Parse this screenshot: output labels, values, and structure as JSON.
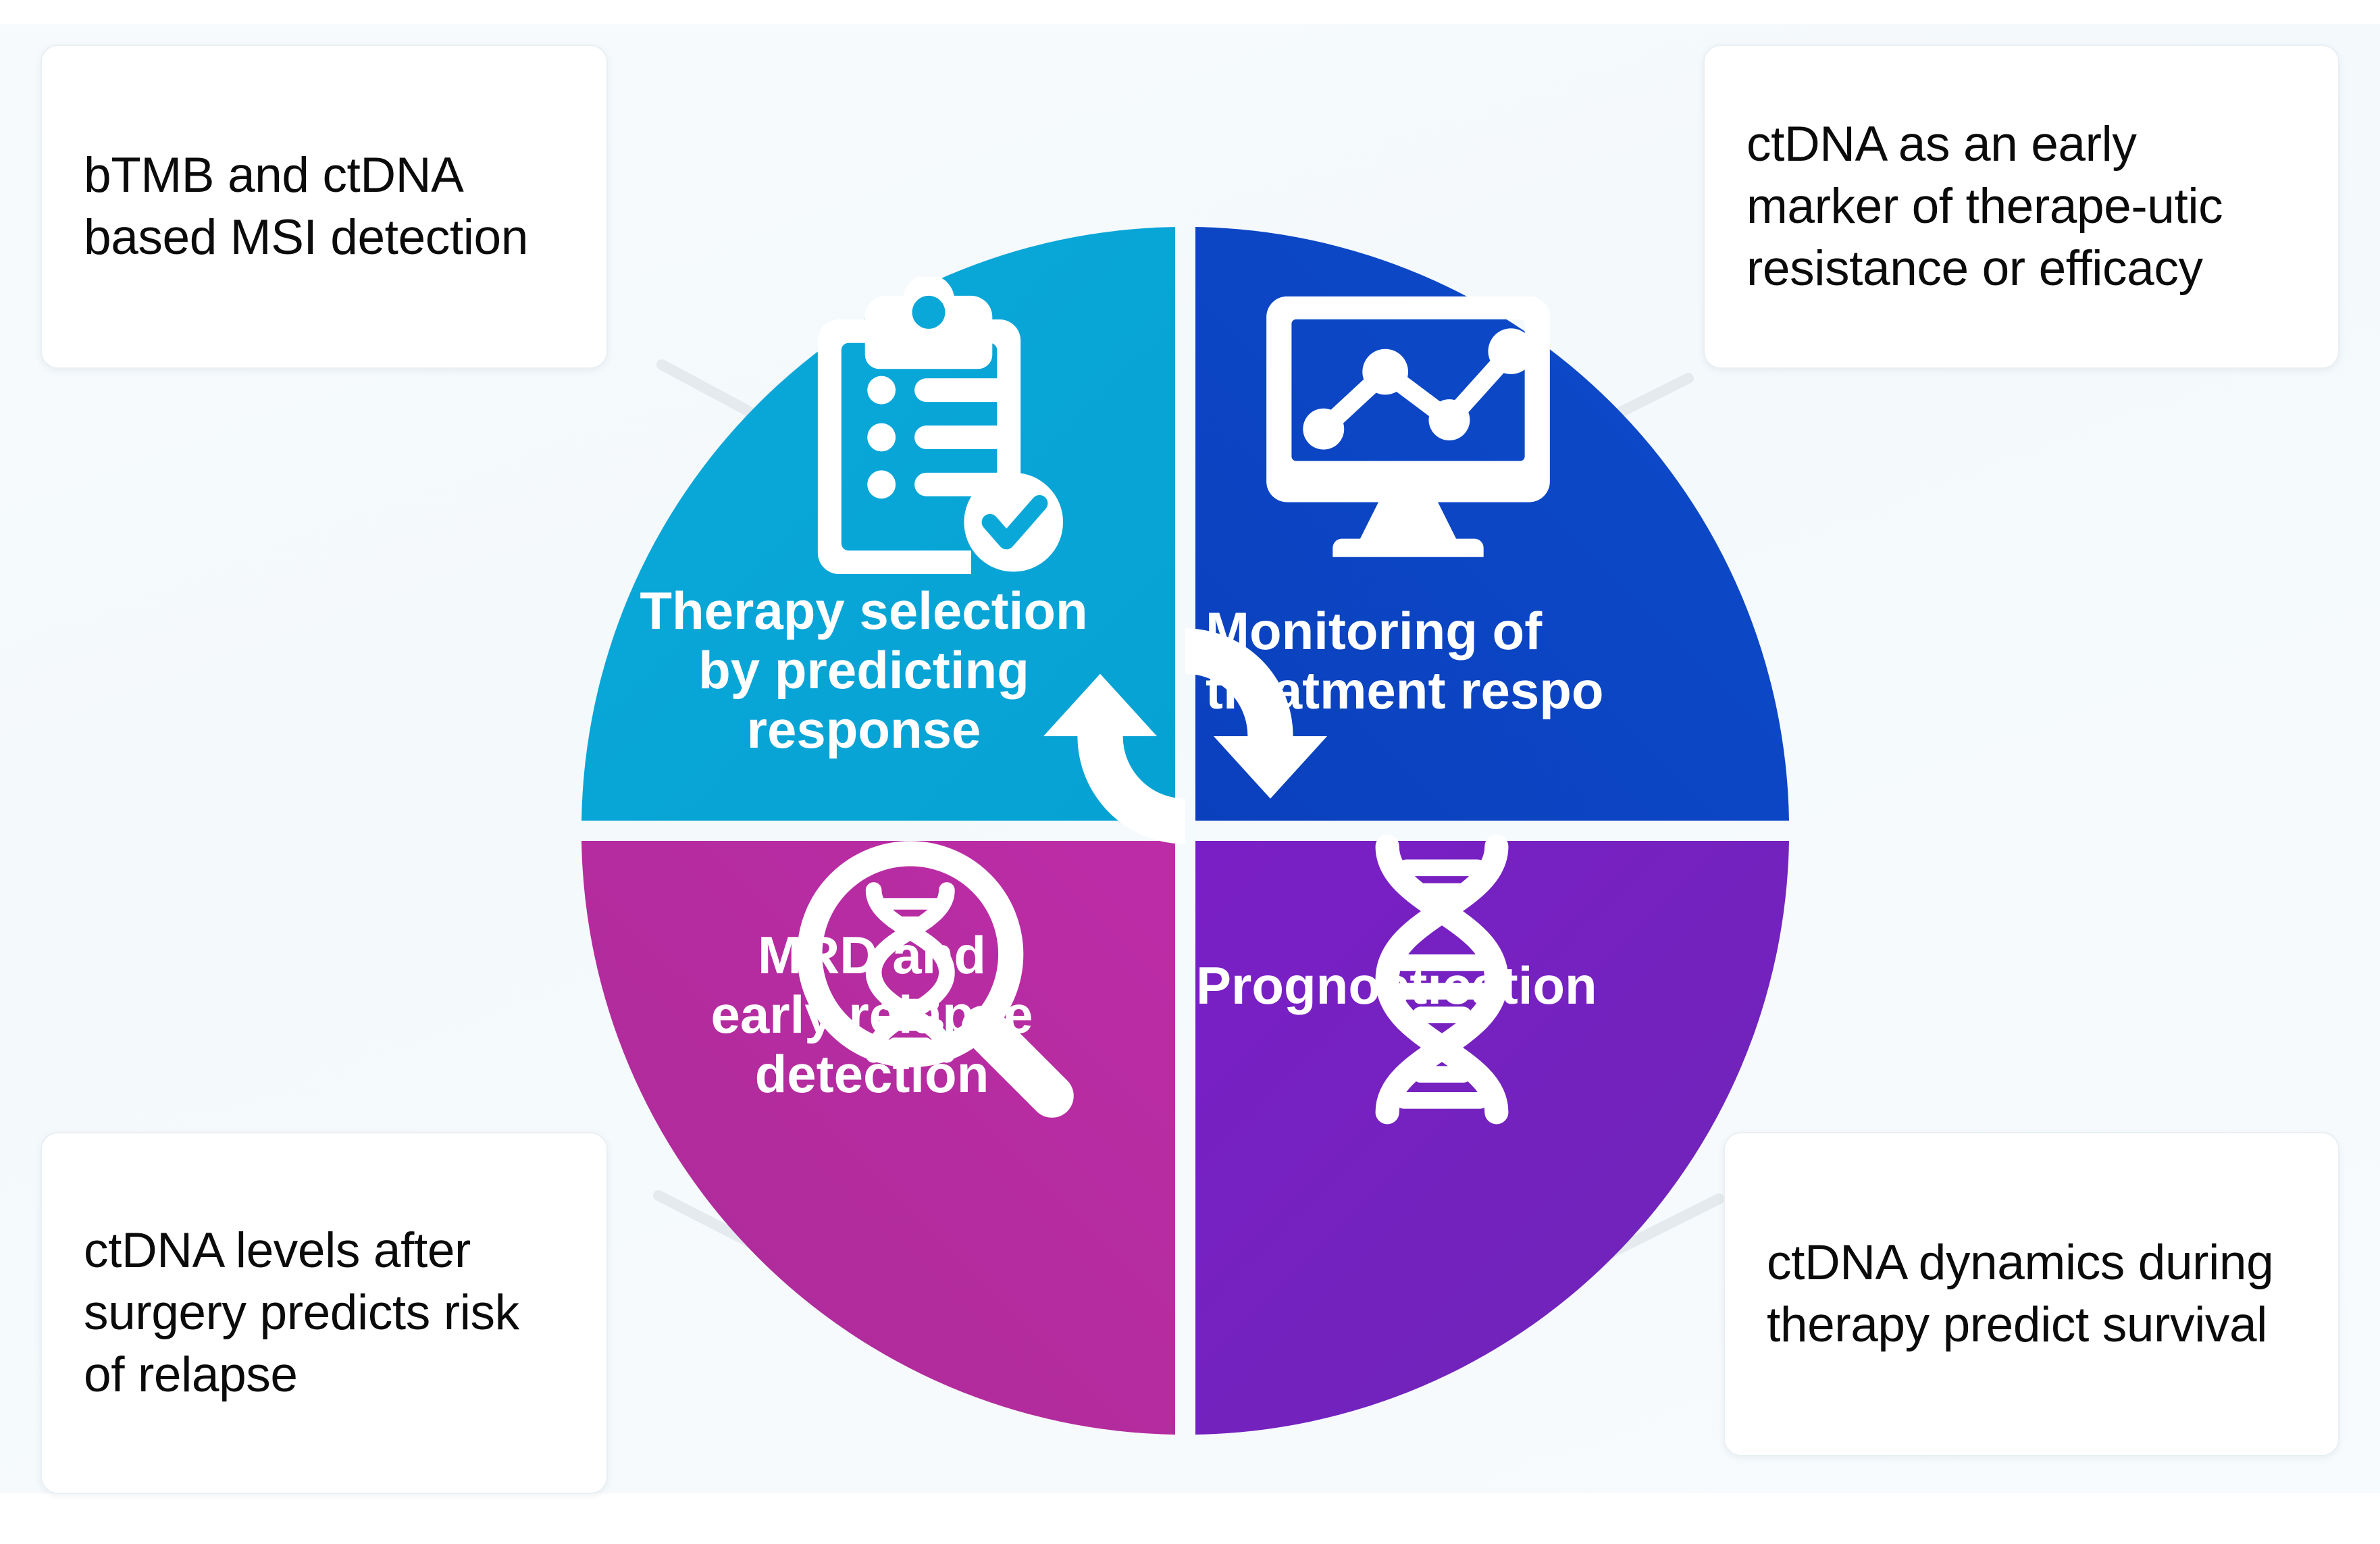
{
  "background": {
    "page_color": "#ffffff",
    "panel_color": "#f6fafc"
  },
  "wheel": {
    "center_icon": "cycle-arrows-icon",
    "quadrants": [
      {
        "id": "therapy-selection",
        "position": "top-left",
        "label": "Therapy selection\nby predicting\nresponse",
        "color": "#09a8d8",
        "icon": "clipboard-check-icon"
      },
      {
        "id": "monitoring",
        "position": "top-right",
        "label": "Monitoring of\ntreatment respo",
        "color": "#0b46c4",
        "icon": "monitor-line-chart-icon"
      },
      {
        "id": "mrd-relapse",
        "position": "bottom-left",
        "label": "MRD and\nearly relapse\ndetection",
        "color": "#b52ba0",
        "icon": "magnifier-dna-icon"
      },
      {
        "id": "prognostication",
        "position": "bottom-right",
        "label": "Prognostication",
        "color": "#7522c0",
        "icon": "dna-helix-icon"
      }
    ]
  },
  "callouts": [
    {
      "id": "callout-top-left",
      "linked_to": "therapy-selection",
      "text": "bTMB and ctDNA based MSI detection"
    },
    {
      "id": "callout-top-right",
      "linked_to": "monitoring",
      "text": "ctDNA as an early marker of therape-utic resistance or efficacy"
    },
    {
      "id": "callout-bottom-left",
      "linked_to": "mrd-relapse",
      "text": "ctDNA levels after surgery predicts risk of relapse"
    },
    {
      "id": "callout-bottom-right",
      "linked_to": "prognostication",
      "text": "ctDNA dynamics during therapy predict survival"
    }
  ],
  "chart_data": {
    "type": "pie",
    "title": "",
    "categories": [
      "Therapy selection by predicting response",
      "Monitoring of treatment respo",
      "MRD and early relapse detection",
      "Prognostication"
    ],
    "values": [
      25,
      25,
      25,
      25
    ],
    "colors": [
      "#09a8d8",
      "#0b46c4",
      "#b52ba0",
      "#7522c0"
    ],
    "legend": "none",
    "annotations": [
      "bTMB and ctDNA based MSI detection",
      "ctDNA as an early marker of therape-utic resistance or efficacy",
      "ctDNA levels after surgery predicts risk of relapse",
      "ctDNA dynamics during therapy predict survival"
    ]
  }
}
